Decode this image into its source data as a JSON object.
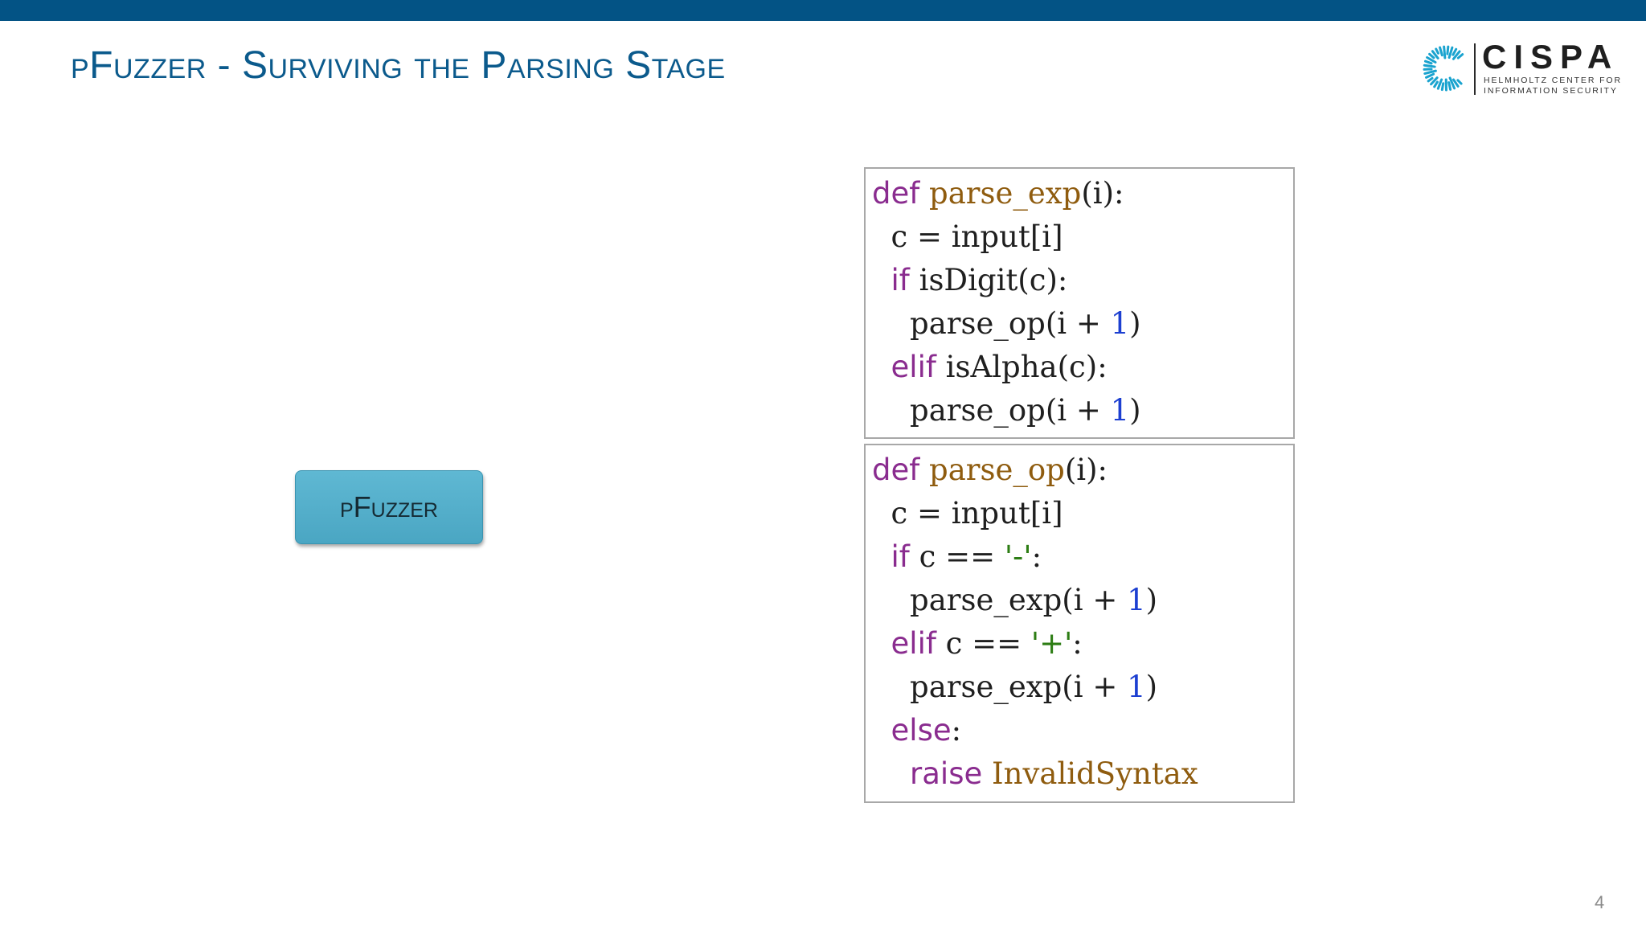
{
  "header": {
    "title": "pFuzzer - Surviving the Parsing Stage",
    "bar_color": "#035385"
  },
  "logo": {
    "name": "CISPA",
    "subtitle_line1": "HELMHOLTZ CENTER FOR",
    "subtitle_line2": "INFORMATION SECURITY",
    "mark_color": "#1aa3cf"
  },
  "diagram": {
    "node_label": "pFuzzer",
    "node_color": "#55b0cb"
  },
  "code": {
    "parse_exp": {
      "l1": {
        "kw": "def",
        "fn": "parse_exp",
        "rest": "(i):"
      },
      "l2": {
        "text": "  c = input[i]"
      },
      "l3": {
        "indent": "  ",
        "kw": "if",
        "rest": " isDigit(c):"
      },
      "l4": {
        "pre": "    parse_op(i + ",
        "num": "1",
        "post": ")"
      },
      "l5": {
        "indent": "  ",
        "kw": "elif",
        "rest": " isAlpha(c):"
      },
      "l6": {
        "pre": "    parse_op(i + ",
        "num": "1",
        "post": ")"
      }
    },
    "parse_op": {
      "l1": {
        "kw": "def",
        "fn": "parse_op",
        "rest": "(i):"
      },
      "l2": {
        "text": "  c = input[i]"
      },
      "l3": {
        "indent": "  ",
        "kw": "if",
        "mid": " c == ",
        "str": "'-'",
        "post": ":"
      },
      "l4": {
        "pre": "    parse_exp(i + ",
        "num": "1",
        "post": ")"
      },
      "l5": {
        "indent": "  ",
        "kw": "elif",
        "mid": " c == ",
        "str": "'+'",
        "post": ":"
      },
      "l6": {
        "pre": "    parse_exp(i + ",
        "num": "1",
        "post": ")"
      },
      "l7": {
        "indent": "  ",
        "kw": "else",
        "post": ":"
      },
      "l8": {
        "indent": "    ",
        "kw": "raise",
        "space": " ",
        "fn": "InvalidSyntax"
      }
    }
  },
  "page_number": "4"
}
